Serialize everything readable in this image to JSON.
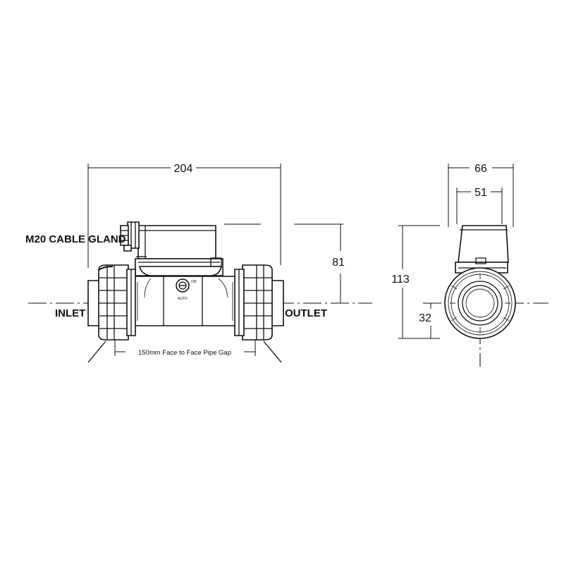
{
  "labels": {
    "cable_gland": "M20 CABLE GLAND",
    "inlet": "INLET",
    "outlet": "OUTLET",
    "pipe_gap": "150mm Face to Face Pipe Gap",
    "switch_on": "ON",
    "switch_auto": "AUTO"
  },
  "dimensions": {
    "overall_length": "204",
    "height_to_centre": "81",
    "width_outer": "66",
    "width_inner": "51",
    "overall_height": "113",
    "centre_height": "32"
  }
}
